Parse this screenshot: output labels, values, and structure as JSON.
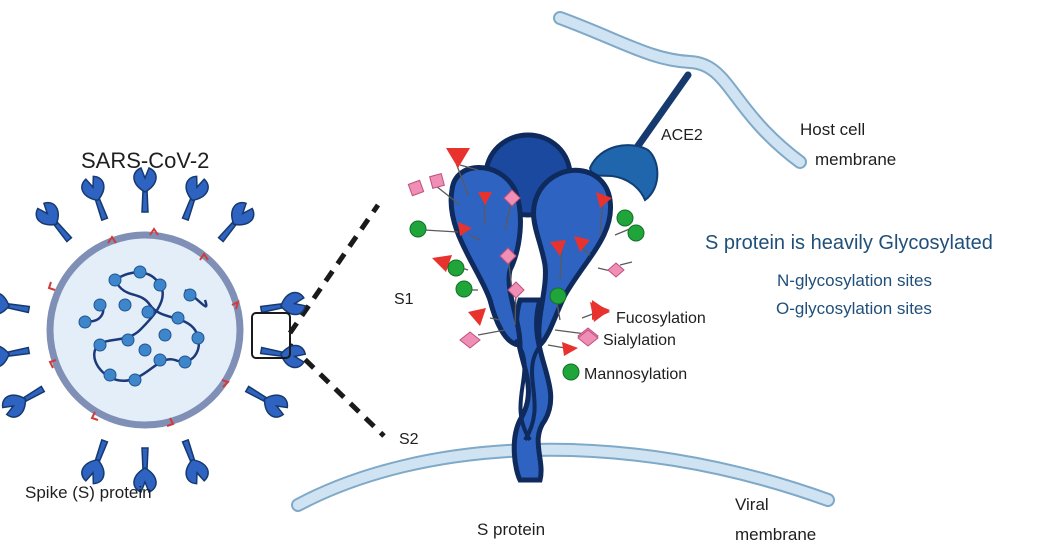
{
  "virus": {
    "title": "SARS-CoV-2",
    "spike_label": "Spike (S) protein"
  },
  "spike": {
    "s1_label": "S1",
    "s2_label": "S2",
    "s_protein_label": "S protein",
    "ace2_label": "ACE2",
    "host_membrane_line1": "Host cell",
    "host_membrane_line2": "membrane",
    "viral_membrane_line1": "Viral",
    "viral_membrane_line2": "membrane"
  },
  "glycans": {
    "fucosylation": "Fucosylation",
    "sialylation": "Sialylation",
    "mannosylation": "Mannosylation"
  },
  "info": {
    "headline": "S protein is heavily Glycosylated",
    "n_sites": "N-glycosylation sites",
    "o_sites": "O-glycosylation sites"
  },
  "colors": {
    "spike_blue": "#2f63c2",
    "spike_dark": "#0f2a5c",
    "ace2_blue": "#1f66ad",
    "membrane_fill": "#cfe3f2",
    "membrane_edge": "#7fa9c8",
    "virus_fill": "#e3eef9",
    "virus_edge": "#7f8fb5",
    "rna_blue": "#3e86cc",
    "mannose_green": "#1fa53a",
    "fucose_red": "#e8322d",
    "sialic_pink": "#f08fb5",
    "text_blue": "#1f4f7a"
  }
}
